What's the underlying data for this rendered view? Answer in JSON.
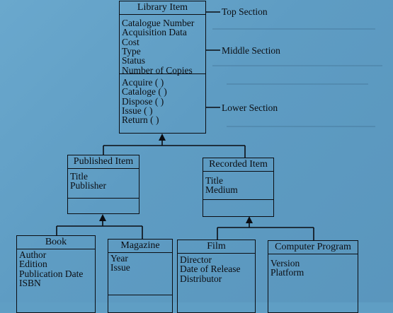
{
  "classes": {
    "library_item": {
      "name": "Library Item",
      "attributes": [
        "Catalogue Number",
        "Acquisition Data",
        "Cost",
        "Type",
        "Status",
        "Number of Copies"
      ],
      "operations": [
        "Acquire ( )",
        "Cataloge ( )",
        "Dispose ( )",
        "Issue ( )",
        "Return ( )"
      ]
    },
    "published_item": {
      "name": "Published Item",
      "attributes": [
        "Title",
        "Publisher"
      ]
    },
    "recorded_item": {
      "name": "Recorded Item",
      "attributes": [
        "Title",
        "Medium"
      ]
    },
    "book": {
      "name": "Book",
      "attributes": [
        "Author",
        "Edition",
        "Publication Date",
        "ISBN"
      ]
    },
    "magazine": {
      "name": "Magazine",
      "attributes": [
        "Year",
        "Issue"
      ]
    },
    "film": {
      "name": "Film",
      "attributes": [
        "Director",
        "Date of Release",
        "Distributor"
      ]
    },
    "computer_program": {
      "name": "Computer Program",
      "attributes": [
        "Version",
        "Platform"
      ]
    }
  },
  "annotations": {
    "top": "Top Section",
    "middle": "Middle Section",
    "lower": "Lower Section"
  }
}
